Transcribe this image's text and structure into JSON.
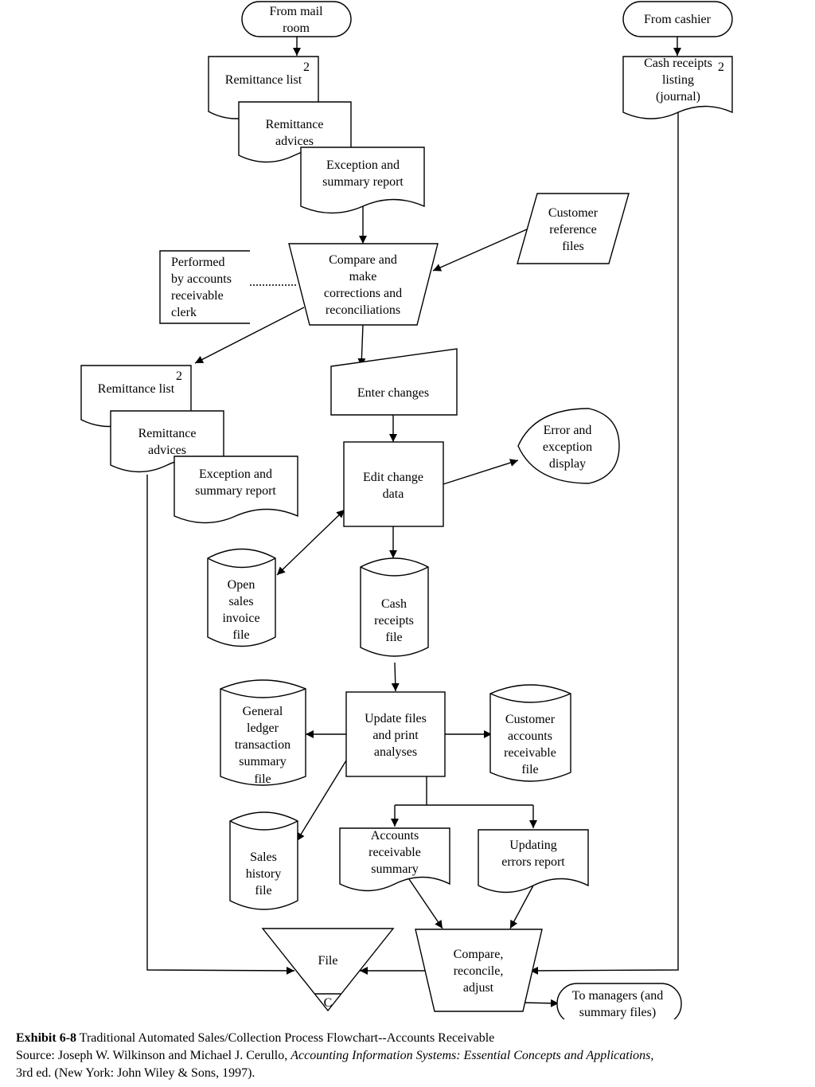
{
  "nodes": {
    "from_mail_room": [
      "From mail",
      "room"
    ],
    "from_cashier": [
      "From cashier"
    ],
    "remittance_list_1": [
      "Remittance list"
    ],
    "remittance_list_1_copies": "2",
    "remittance_advices_1": [
      "Remittance",
      "advices"
    ],
    "exception_report_1": [
      "Exception and",
      "summary report"
    ],
    "cash_receipts_listing": [
      "Cash receipts",
      "listing",
      "(journal)"
    ],
    "cash_receipts_listing_copies": "2",
    "customer_reference_files": [
      "Customer",
      "reference",
      "files"
    ],
    "compare_make_corrections": [
      "Compare and",
      "make",
      "corrections and",
      "reconciliations"
    ],
    "performed_by_note": [
      "Performed",
      "by accounts",
      "receivable",
      "clerk"
    ],
    "remittance_list_2": [
      "Remittance list"
    ],
    "remittance_list_2_copies": "2",
    "remittance_advices_2": [
      "Remittance",
      "advices"
    ],
    "exception_report_2": [
      "Exception and",
      "summary report"
    ],
    "enter_changes": [
      "Enter changes"
    ],
    "edit_change_data": [
      "Edit change",
      "data"
    ],
    "error_exception_display": [
      "Error and",
      "exception",
      "display"
    ],
    "open_sales_invoice_file": [
      "Open",
      "sales",
      "invoice",
      "file"
    ],
    "cash_receipts_file": [
      "Cash",
      "receipts",
      "file"
    ],
    "update_files": [
      "Update files",
      "and print",
      "analyses"
    ],
    "general_ledger_file": [
      "General",
      "ledger",
      "transaction",
      "summary",
      "file"
    ],
    "customer_ar_file": [
      "Customer",
      "accounts",
      "receivable",
      "file"
    ],
    "sales_history_file": [
      "Sales",
      "history",
      "file"
    ],
    "ar_summary": [
      "Accounts",
      "receivable",
      "summary"
    ],
    "updating_errors_report": [
      "Updating",
      "errors report"
    ],
    "file_offline": [
      "File"
    ],
    "file_offline_code": "C",
    "compare_reconcile_adjust": [
      "Compare,",
      "reconcile,",
      "adjust"
    ],
    "to_managers": [
      "To managers (and",
      "summary files)"
    ]
  },
  "caption": {
    "exhibit_label": "Exhibit 6-8",
    "exhibit_title": " Traditional Automated Sales/Collection Process Flowchart--Accounts Receivable",
    "source_prefix": "Source:  Joseph W. Wilkinson and Michael J. Cerullo, ",
    "source_book": "Accounting Information Systems:  Essential Concepts and Applications,",
    "source_suffix": "3rd ed. (New York:  John Wiley & Sons, 1997)."
  }
}
